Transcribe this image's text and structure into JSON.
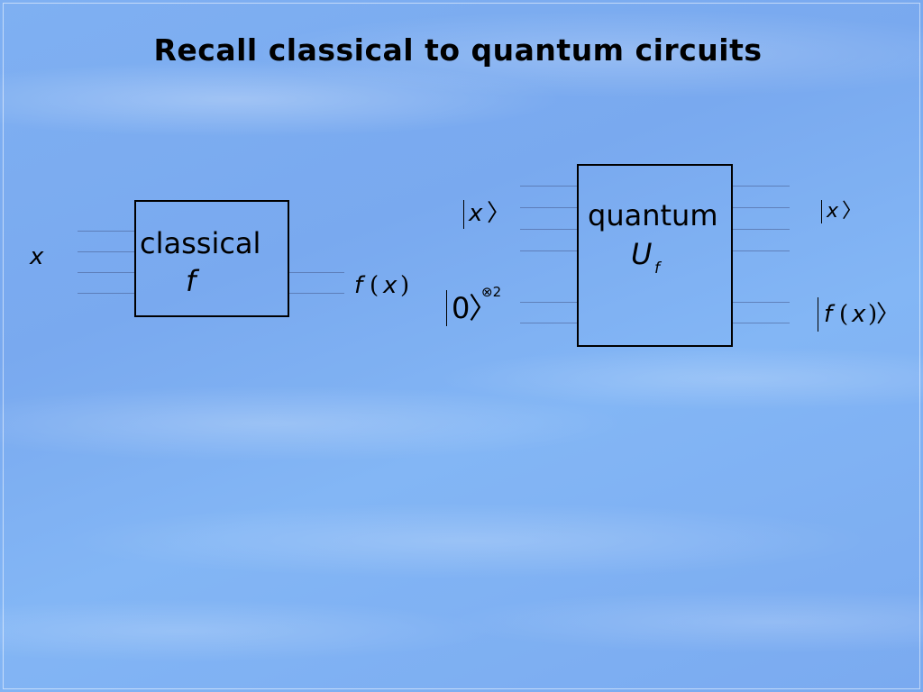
{
  "slide": {
    "title": "Recall classical to quantum circuits"
  },
  "classical": {
    "input_label": "x",
    "box_line1": "classical",
    "box_line2": "f",
    "output_func": "f",
    "output_arg": "x"
  },
  "quantum": {
    "input_x": "x",
    "input_zero": "0",
    "tensor_power": "⊗2",
    "box_line1": "quantum",
    "box_U": "U",
    "box_U_sub": "f",
    "output_x": "x",
    "output_func": "f",
    "output_arg": "x"
  }
}
